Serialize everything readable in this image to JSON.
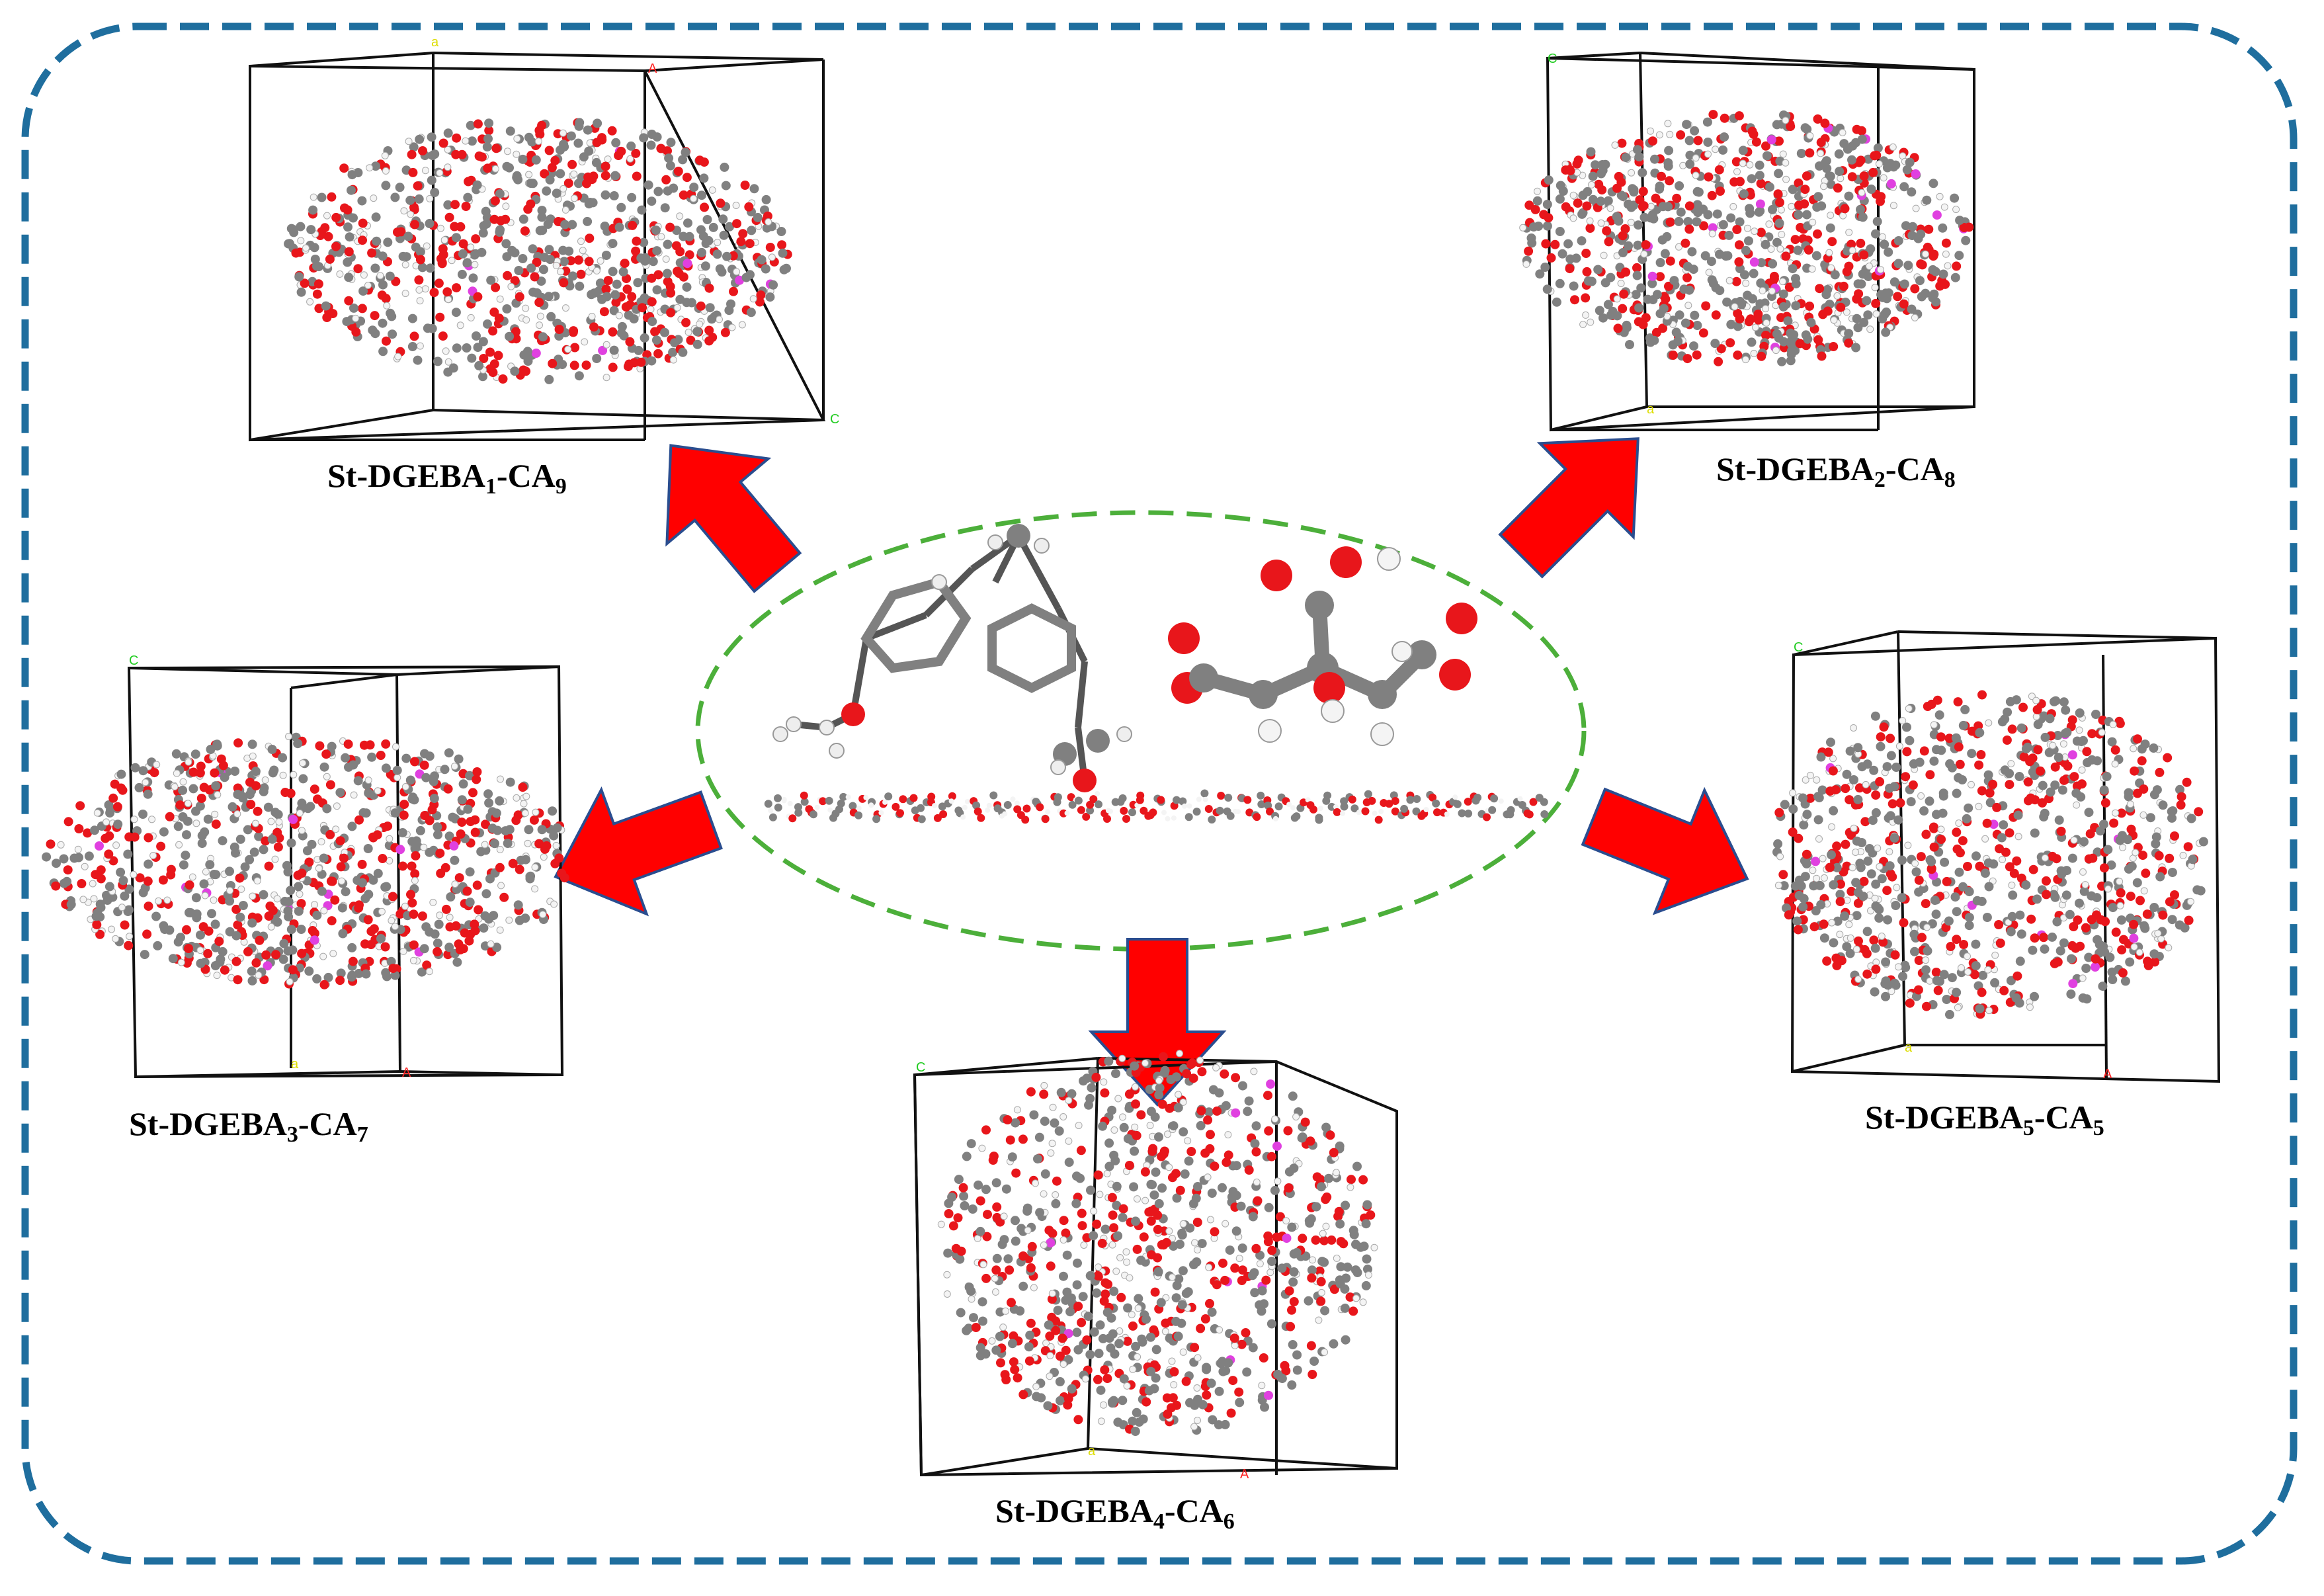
{
  "colors": {
    "outer_border": "#1f6e9e",
    "inner_ellipse": "#4caf3a",
    "arrow_fill": "#ff0000",
    "arrow_stroke": "#2a4d8f",
    "carbon": "#808080",
    "oxygen": "#e8161b",
    "hydrogen": "#f4f4f4",
    "crosslink": "#e040e0"
  },
  "models": [
    {
      "id": "m1",
      "name": "St-DGEBA",
      "sub1": "1",
      "mid": "-CA",
      "sub2": "9"
    },
    {
      "id": "m2",
      "name": "St-DGEBA",
      "sub1": "2",
      "mid": "-CA",
      "sub2": "8"
    },
    {
      "id": "m3",
      "name": "St-DGEBA",
      "sub1": "3",
      "mid": "-CA",
      "sub2": "7"
    },
    {
      "id": "m4",
      "name": "St-DGEBA",
      "sub1": "4",
      "mid": "-CA",
      "sub2": "6"
    },
    {
      "id": "m5",
      "name": "St-DGEBA",
      "sub1": "5",
      "mid": "-CA",
      "sub2": "5"
    }
  ],
  "center_components": [
    "DGEBA",
    "citric-acid",
    "starch-chain"
  ]
}
